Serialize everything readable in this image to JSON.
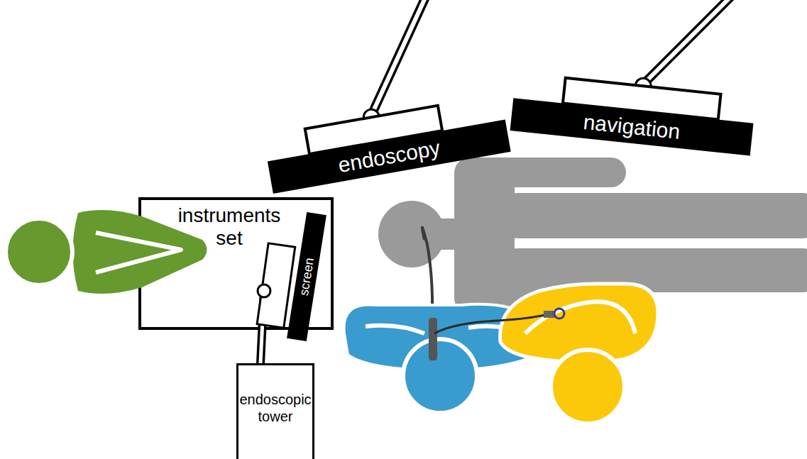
{
  "diagram": {
    "nodes": [
      {
        "text": [
          "endoscopy"
        ]
      },
      {
        "text": [
          "navigation"
        ]
      },
      {
        "text": [
          "instruments set"
        ]
      },
      {
        "text": [
          "screen"
        ]
      },
      {
        "text": [
          "endoscopic tower"
        ]
      }
    ],
    "edges": [
      {
        "from": 4,
        "to": 3,
        "arrow": "none"
      }
    ]
  }
}
